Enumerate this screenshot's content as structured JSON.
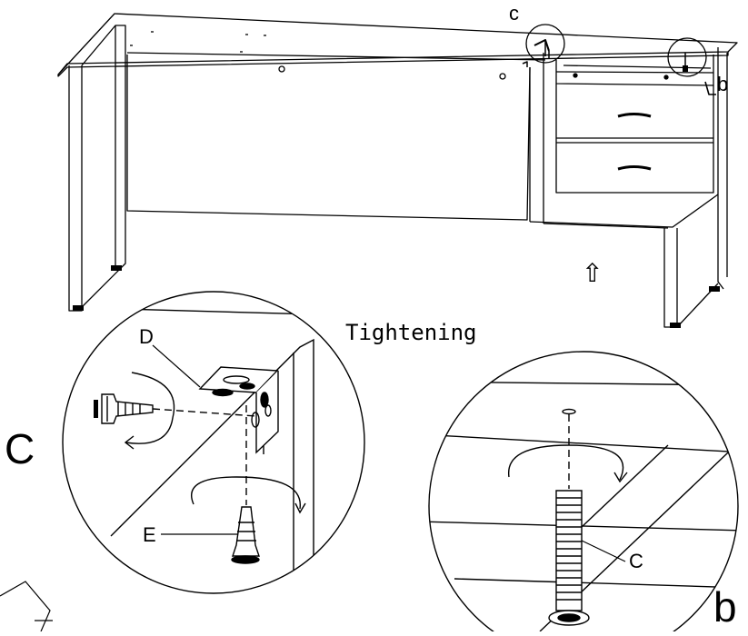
{
  "diagram": {
    "subject": "desk assembly instruction",
    "labels": {
      "top_marker_c": "c",
      "top_marker_b": "b",
      "tightening_caption": "Tightening",
      "part_d": "D",
      "part_e": "E",
      "detail_big_c": "C",
      "part_c_screw": "C",
      "detail_big_b": "b"
    },
    "arrow_glyph": "⇧",
    "icons": {
      "rotation": "rotation-arrow-icon",
      "upward": "up-arrow-icon"
    },
    "colors": {
      "line": "#000000",
      "background": "#ffffff"
    }
  }
}
